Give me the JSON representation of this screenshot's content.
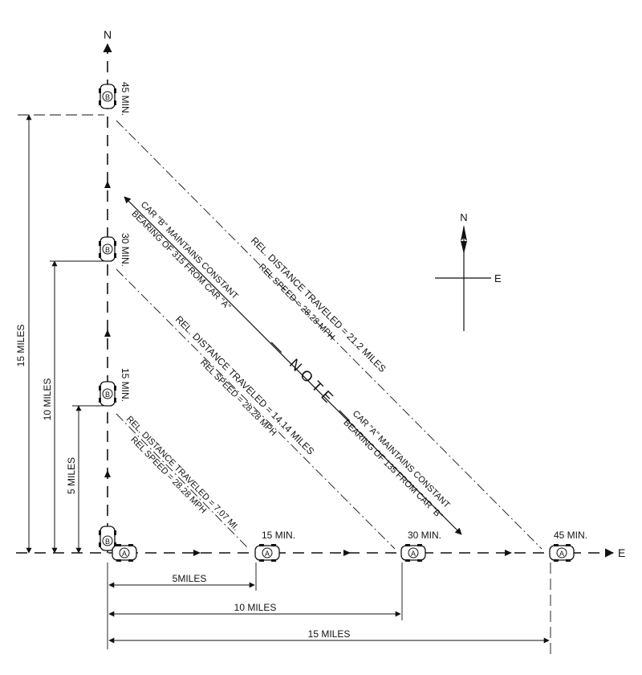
{
  "colors": {
    "ink": "#111111",
    "paper": "#ffffff"
  },
  "axes": {
    "north": "N",
    "east": "E"
  },
  "compass": {
    "north": "N",
    "east": "E"
  },
  "car_b": {
    "icon_letter": "B",
    "times": {
      "t15": "15 MIN.",
      "t30": "30 MIN.",
      "t45": "45 MIN."
    }
  },
  "car_a": {
    "icon_letter": "A",
    "times": {
      "t15": "15 MIN.",
      "t30": "30 MIN.",
      "t45": "45 MIN."
    }
  },
  "dims": {
    "b5": "5 MILES",
    "b10": "10 MILES",
    "b15": "15 MILES",
    "a5": "5MILES",
    "a10": "10 MILES",
    "a15": "15 MILES"
  },
  "rel": {
    "r15": {
      "distance": "REL. DISTANCE TRAVELED = 7.07 MI.",
      "speed": "REL SPEED = 28.28 MPH"
    },
    "r30": {
      "distance": "REL. DISTANCE TRAVELED = 14.14 MILES",
      "speed": "REL SPEED = 28.28 MPH"
    },
    "r45": {
      "distance": "REL. DISTANCE TRAVELED = 21.2 MILES",
      "speed": "REL SPEED = 28.28 MPH"
    }
  },
  "note": {
    "heading": "— NOTE —",
    "car_b_line1": "CAR \"B\" MAINTAINS CONSTANT",
    "car_b_line2": "BEARING OF 315 FROM CAR \"A\"",
    "car_a_line1": "CAR \"A\" MAINTAINS CONSTANT",
    "car_a_line2": "BEARING OF 135 FROM CAR \"B\""
  }
}
